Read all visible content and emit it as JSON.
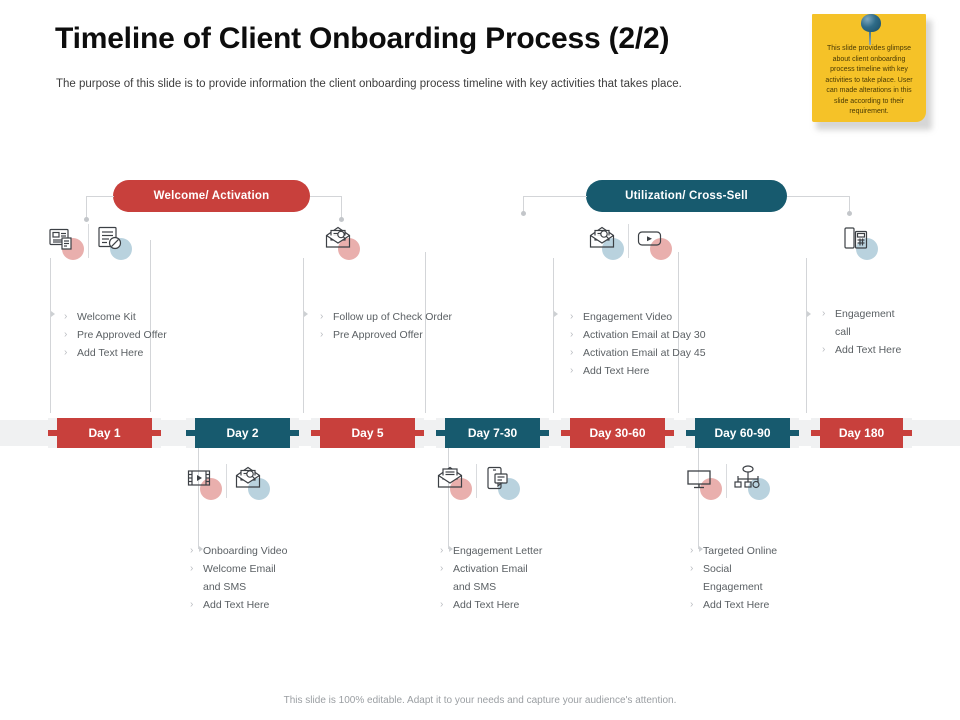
{
  "header": {
    "title": "Timeline of Client Onboarding Process (2/2)",
    "subtitle": "The purpose of this slide is to provide information the client onboarding process timeline with key activities that takes place."
  },
  "sticky_note": {
    "text": "This slide provides glimpse about client onboarding process timeline with key activities to take place. User can made alterations in this slide according to their requirement.",
    "color": "#f5c228",
    "pin_icon": "push-pin-icon"
  },
  "colors": {
    "red": "#c8403c",
    "teal": "#175a6e",
    "band": "#f0f1f2",
    "text": "#5b6064"
  },
  "phases": [
    {
      "label": "Welcome/ Activation",
      "color": "red"
    },
    {
      "label": "Utilization/  Cross-Sell",
      "color": "teal"
    }
  ],
  "timeline": {
    "segments": [
      {
        "label": "Day 1",
        "color": "red"
      },
      {
        "label": "Day 2",
        "color": "teal"
      },
      {
        "label": "Day 5",
        "color": "red"
      },
      {
        "label": "Day 7-30",
        "color": "teal"
      },
      {
        "label": "Day 30-60",
        "color": "red"
      },
      {
        "label": "Day 60-90",
        "color": "teal"
      },
      {
        "label": "Day 180",
        "color": "red"
      }
    ]
  },
  "top_groups": [
    {
      "day": "Day 1",
      "icons": [
        "id-card-icon",
        "checklist-icon"
      ],
      "items": [
        "Welcome Kit",
        "Pre Approved Offer",
        "Add Text Here"
      ]
    },
    {
      "day": "Day 5",
      "icons": [
        "open-mail-icon"
      ],
      "items": [
        "Follow up of Check Order",
        "Pre Approved Offer"
      ]
    },
    {
      "day": "Day 30-60",
      "icons": [
        "open-mail-icon",
        "video-play-icon"
      ],
      "items": [
        "Engagement Video",
        "Activation Email at Day 30",
        "Activation Email at Day 45",
        "Add Text Here"
      ]
    },
    {
      "day": "Day 180",
      "icons": [
        "phone-calculator-icon"
      ],
      "items": [
        "Engagement\ncall",
        "Add Text Here"
      ]
    }
  ],
  "bottom_groups": [
    {
      "day": "Day 2",
      "icons": [
        "film-play-icon",
        "open-mail-icon"
      ],
      "items": [
        "Onboarding Video",
        "Welcome Email\nand SMS",
        "Add Text Here"
      ]
    },
    {
      "day": "Day 7-30",
      "icons": [
        "open-mail-icon",
        "mobile-chat-icon"
      ],
      "items": [
        "Engagement Letter",
        "Activation Email\nand SMS",
        "Add Text Here"
      ]
    },
    {
      "day": "Day 60-90",
      "icons": [
        "monitor-icon",
        "network-share-icon"
      ],
      "items": [
        "Targeted Online",
        "Social\nEngagement",
        "Add Text Here"
      ]
    }
  ],
  "footer": {
    "text": "This slide is 100% editable. Adapt it to your needs and capture your audience's attention."
  },
  "bullet_glyph": "›"
}
